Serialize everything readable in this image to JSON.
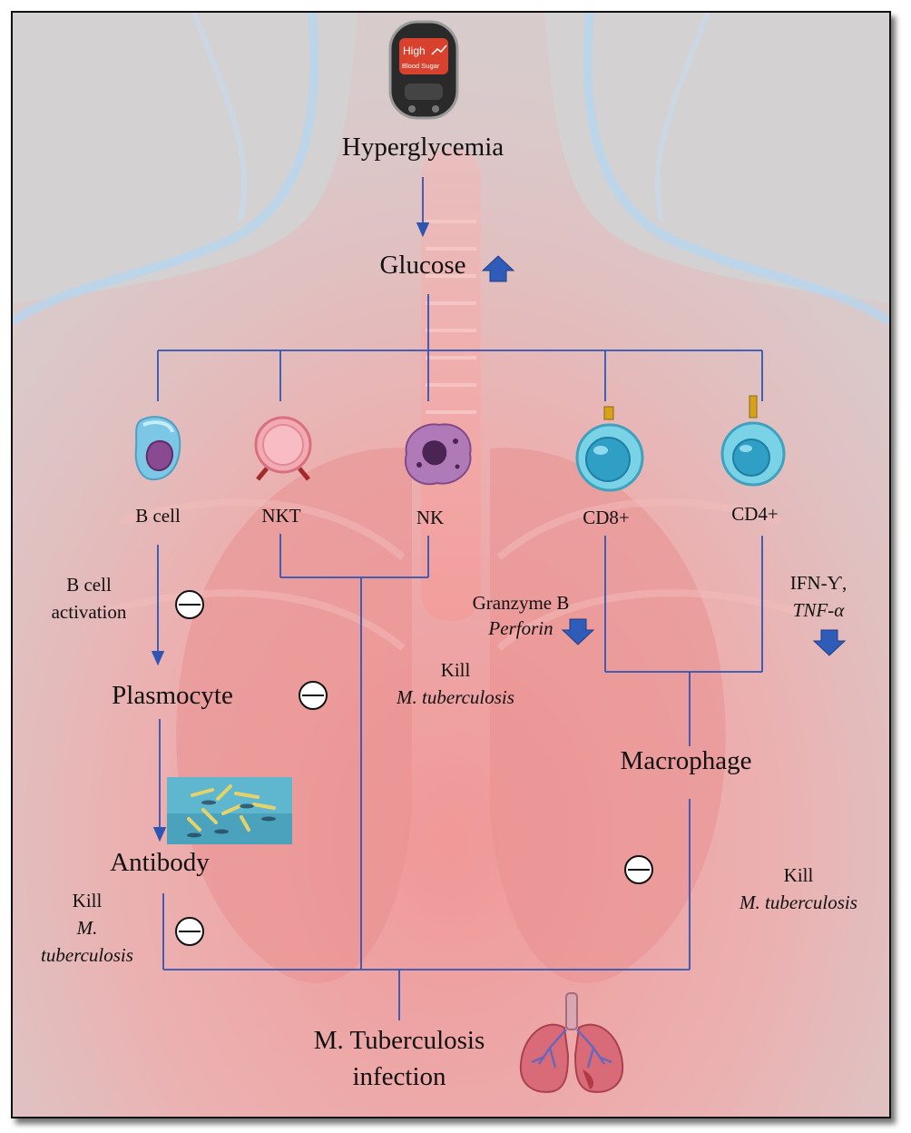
{
  "device": {
    "line1": "High",
    "line2": "Blood Sugar"
  },
  "nodes": {
    "hyperglycemia": "Hyperglycemia",
    "glucose": "Glucose",
    "b_cell": "B cell",
    "nkt": "NKT",
    "nk": "NK",
    "cd8": "CD8+",
    "cd4": "CD4+",
    "plasmocyte": "Plasmocyte",
    "antibody": "Antibody",
    "macrophage": "Macrophage",
    "infection_line1": "M. Tuberculosis",
    "infection_line2": "infection"
  },
  "annotations": {
    "b_cell_activation_1": "B cell",
    "b_cell_activation_2": "activation",
    "granzyme": "Granzyme B",
    "perforin": "Perforin",
    "ifn": "IFN-Ƴ,",
    "tnf": "TNF-α",
    "kill_center_1": "Kill",
    "kill_center_2": "M. tuberculosis",
    "kill_left_1": "Kill",
    "kill_left_2": "M.",
    "kill_left_3": "tuberculosis",
    "kill_right_1": "Kill",
    "kill_right_2": "M. tuberculosis"
  },
  "colors": {
    "connector": "#2f55b4",
    "arrow_fill": "#2f5cb8",
    "background_gray": "#c9c5c6",
    "background_red": "#e98282",
    "background_blue": "#9fc6e8"
  }
}
